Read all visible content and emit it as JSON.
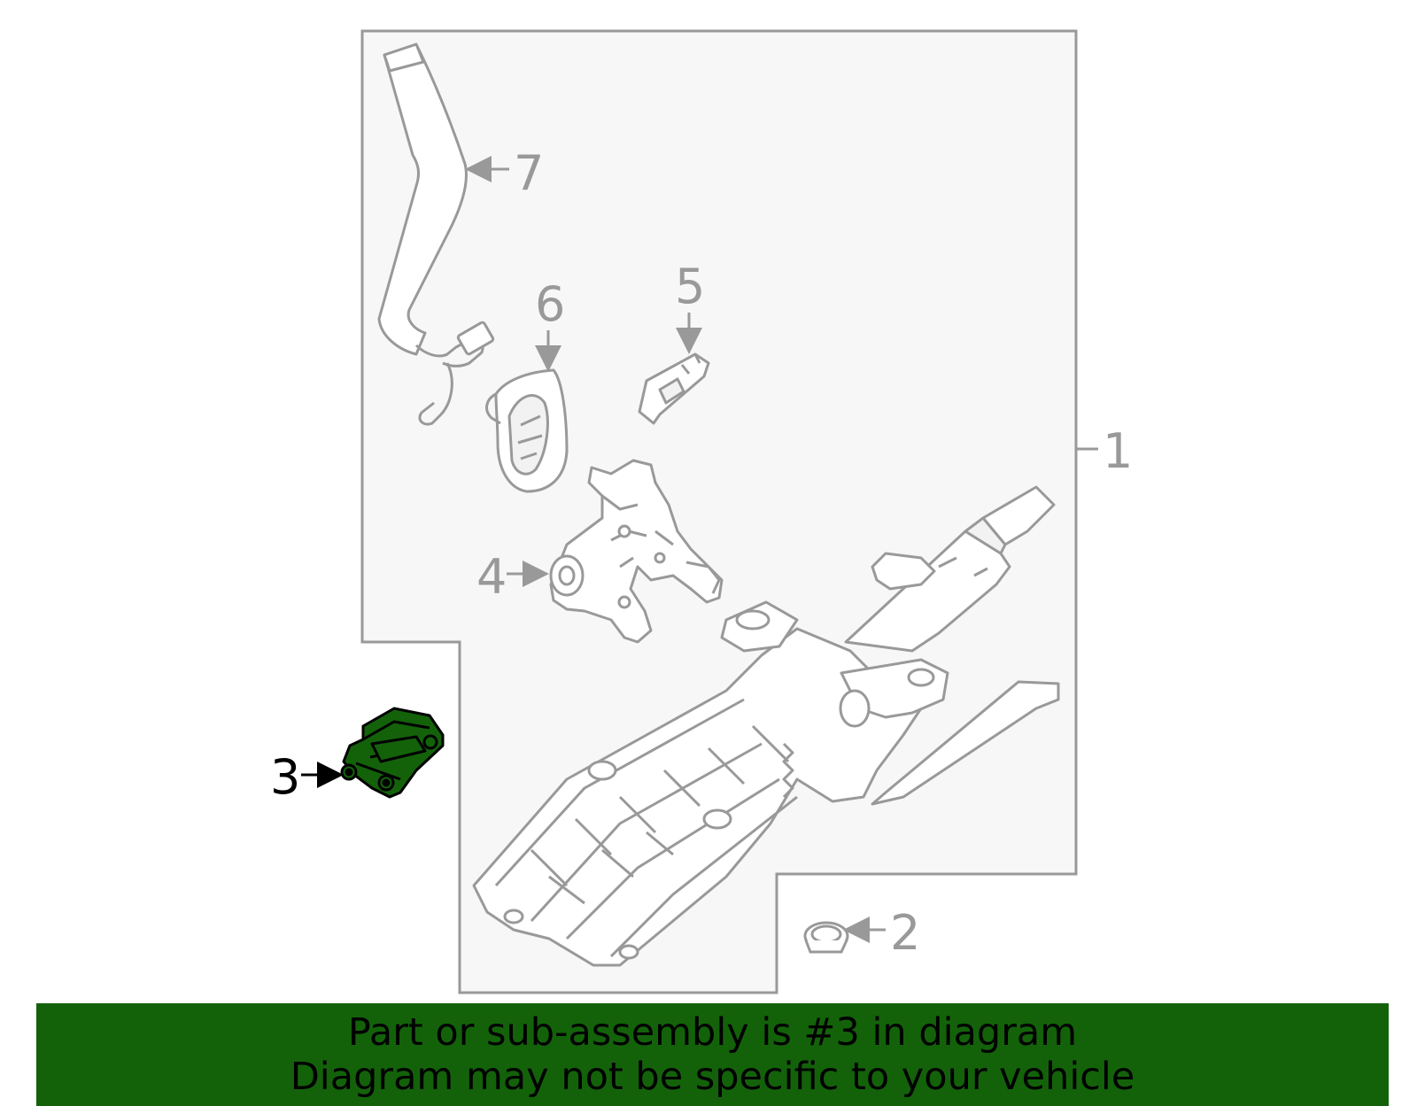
{
  "diagram": {
    "callouts": {
      "part_1": "1",
      "part_2": "2",
      "part_3": "3",
      "part_4": "4",
      "part_5": "5",
      "part_6": "6",
      "part_7": "7"
    },
    "highlighted_part": "3",
    "colors": {
      "outline": "#999999",
      "assembly_background": "#f7f7f7",
      "highlight_fill": "#13620a",
      "highlight_stroke": "#000000"
    }
  },
  "banner": {
    "line1": "Part or sub-assembly is #3 in diagram",
    "line2": "Diagram may not be specific to your vehicle",
    "background": "#13620a"
  }
}
